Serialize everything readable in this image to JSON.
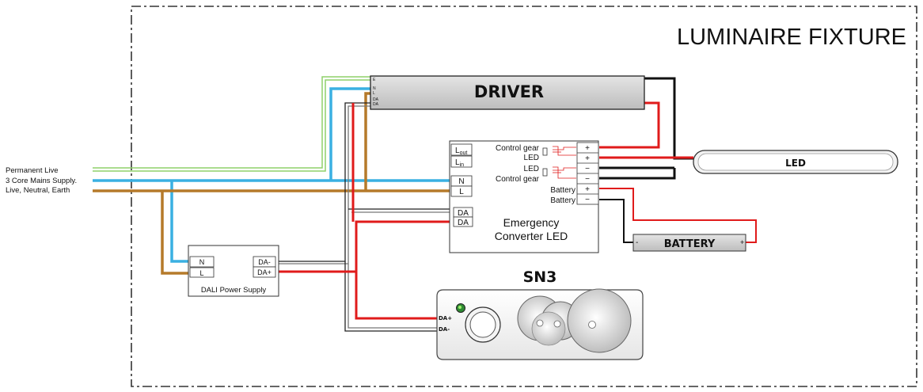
{
  "fixture_title": "LUMINAIRE FIXTURE",
  "supply_labels": [
    "Permanent Live",
    "3 Core Mains Supply.",
    "Live, Neutral, Earth"
  ],
  "driver": {
    "title": "DRIVER",
    "terminals": [
      "E",
      "N",
      "L",
      "DA",
      "DA"
    ]
  },
  "emergency_converter": {
    "title_line1": "Emergency",
    "title_line2": "Converter LED",
    "l_out": "L",
    "l_out_sub": "out",
    "l_in": "L",
    "l_in_sub": "in",
    "n": "N",
    "l": "L",
    "da1": "DA",
    "da2": "DA",
    "right_labels": [
      "Control gear",
      "LED",
      "LED",
      "Control gear",
      "Battery",
      "Battery"
    ],
    "right_terminals": [
      "+",
      "+",
      "−",
      "−",
      "+",
      "−"
    ]
  },
  "led": {
    "label": "LED"
  },
  "battery": {
    "label": "BATTERY",
    "minus": "-",
    "plus": "+"
  },
  "dali_power_supply": {
    "label": "DALI Power Supply",
    "n": "N",
    "l": "L",
    "da_minus": "DA-",
    "da_plus": "DA+"
  },
  "sensor": {
    "title": "SN3",
    "da_plus": "DA+",
    "da_minus": "DA-"
  },
  "colors": {
    "earth": "#8fd16a",
    "neutral": "#3ab0e2",
    "live": "#b57a2a",
    "red": "#e01b1b",
    "black": "#111111",
    "grey": "#777777"
  }
}
